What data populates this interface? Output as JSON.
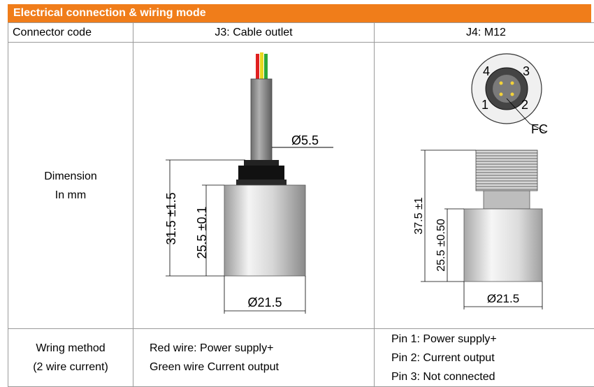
{
  "section": {
    "title": "Electrical connection & wiring mode"
  },
  "header": {
    "connector_code": "Connector code",
    "j3": "J3: Cable outlet",
    "j4": "J4: M12"
  },
  "dimension": {
    "label_line1": "Dimension",
    "label_line2": "In mm",
    "j3": {
      "cable_dia": "Ø5.5",
      "total_height": "31.5 ±1.5",
      "body_height": "25.5 ±0.1",
      "body_dia": "Ø21.5"
    },
    "j4": {
      "pin1": "1",
      "pin2": "2",
      "pin3": "3",
      "pin4": "4",
      "fc": "FC",
      "total_height": "37.5 ±1",
      "body_height": "25.5 ±0.50",
      "body_dia": "Ø21.5"
    }
  },
  "wiring": {
    "label_line1": "Wring method",
    "label_line2": "(2 wire current)",
    "j3": [
      "Red wire: Power supply+",
      "Green wire Current output"
    ],
    "j4": [
      "Pin 1: Power supply+",
      "Pin 2: Current output",
      "Pin 3: Not connected"
    ]
  },
  "colors": {
    "banner": "#f07d1a",
    "wire_red": "#e02020",
    "wire_green": "#2ea836",
    "wire_yellow": "#e8d820"
  }
}
